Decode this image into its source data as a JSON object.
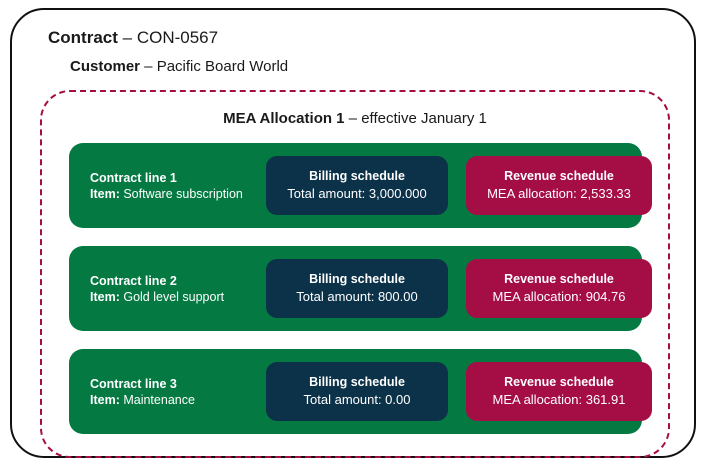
{
  "contract": {
    "label": "Contract",
    "separator": " – ",
    "value": "CON-0567"
  },
  "customer": {
    "label": "Customer",
    "separator": " – ",
    "value": "Pacific Board World"
  },
  "mea_allocation": {
    "label": "MEA Allocation 1",
    "separator": " – ",
    "value": "effective January 1"
  },
  "colors": {
    "contract_frame": "#111111",
    "mea_frame": "#A50D45",
    "contract_line": "#047A42",
    "billing_schedule": "#0B3249",
    "revenue_schedule": "#A50D45"
  },
  "labels": {
    "item_prefix": "Item: ",
    "billing_title": "Billing schedule",
    "revenue_title": "Revenue schedule",
    "total_amount_prefix": "Total amount: ",
    "mea_allocation_prefix": "MEA allocation: "
  },
  "contract_lines": [
    {
      "name": "Contract line 1",
      "item_label": "Item: ",
      "item_value": "Software subscription",
      "billing": {
        "title": "Billing schedule",
        "value": "Total amount: 3,000.000"
      },
      "revenue": {
        "title": "Revenue schedule",
        "value": "MEA allocation: 2,533.33"
      }
    },
    {
      "name": "Contract line 2",
      "item_label": "Item: ",
      "item_value": "Gold level support",
      "billing": {
        "title": "Billing schedule",
        "value": "Total amount: 800.00"
      },
      "revenue": {
        "title": "Revenue schedule",
        "value": "MEA allocation: 904.76"
      }
    },
    {
      "name": "Contract line 3",
      "item_label": "Item: ",
      "item_value": "Maintenance",
      "billing": {
        "title": "Billing schedule",
        "value": "Total amount: 0.00"
      },
      "revenue": {
        "title": "Revenue schedule",
        "value": "MEA allocation: 361.91"
      }
    }
  ]
}
